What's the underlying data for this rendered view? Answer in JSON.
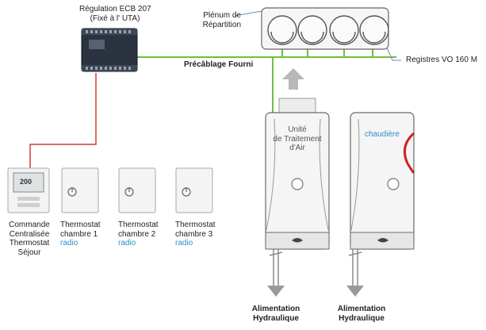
{
  "controller": {
    "title_line1": "Régulation ECB 207",
    "title_line2": "(Fixé à l' UTA)"
  },
  "plenum": {
    "label_line1": "Plénum de",
    "label_line2": "Répartition"
  },
  "registres_label": "Registres VO 160 M",
  "wiring_label": "Précâblage Fourni",
  "display_value": "200",
  "uta": {
    "line1": "Unité",
    "line2": "de Traitement",
    "line3": "d'Air"
  },
  "boiler_label": "chaudière",
  "supply_labels": [
    {
      "line1": "Alimentation",
      "line2": "Hydraulique"
    },
    {
      "line1": "Alimentation",
      "line2": "Hydraulique"
    }
  ],
  "thermostats": [
    {
      "lines": [
        "Commande",
        "Centralisée",
        "Thermostat",
        "Séjour"
      ],
      "sub": ""
    },
    {
      "lines": [
        "Thermostat",
        "chambre 1"
      ],
      "sub": "radio"
    },
    {
      "lines": [
        "Thermostat",
        "chambre 2"
      ],
      "sub": "radio"
    },
    {
      "lines": [
        "Thermostat",
        "chambre 3"
      ],
      "sub": "radio"
    }
  ],
  "colors": {
    "green_wire": "#6fbf3f",
    "red_wire": "#d43a3a",
    "accent_blue": "#2a8fc4",
    "boiler_ring": "#cc2222"
  }
}
